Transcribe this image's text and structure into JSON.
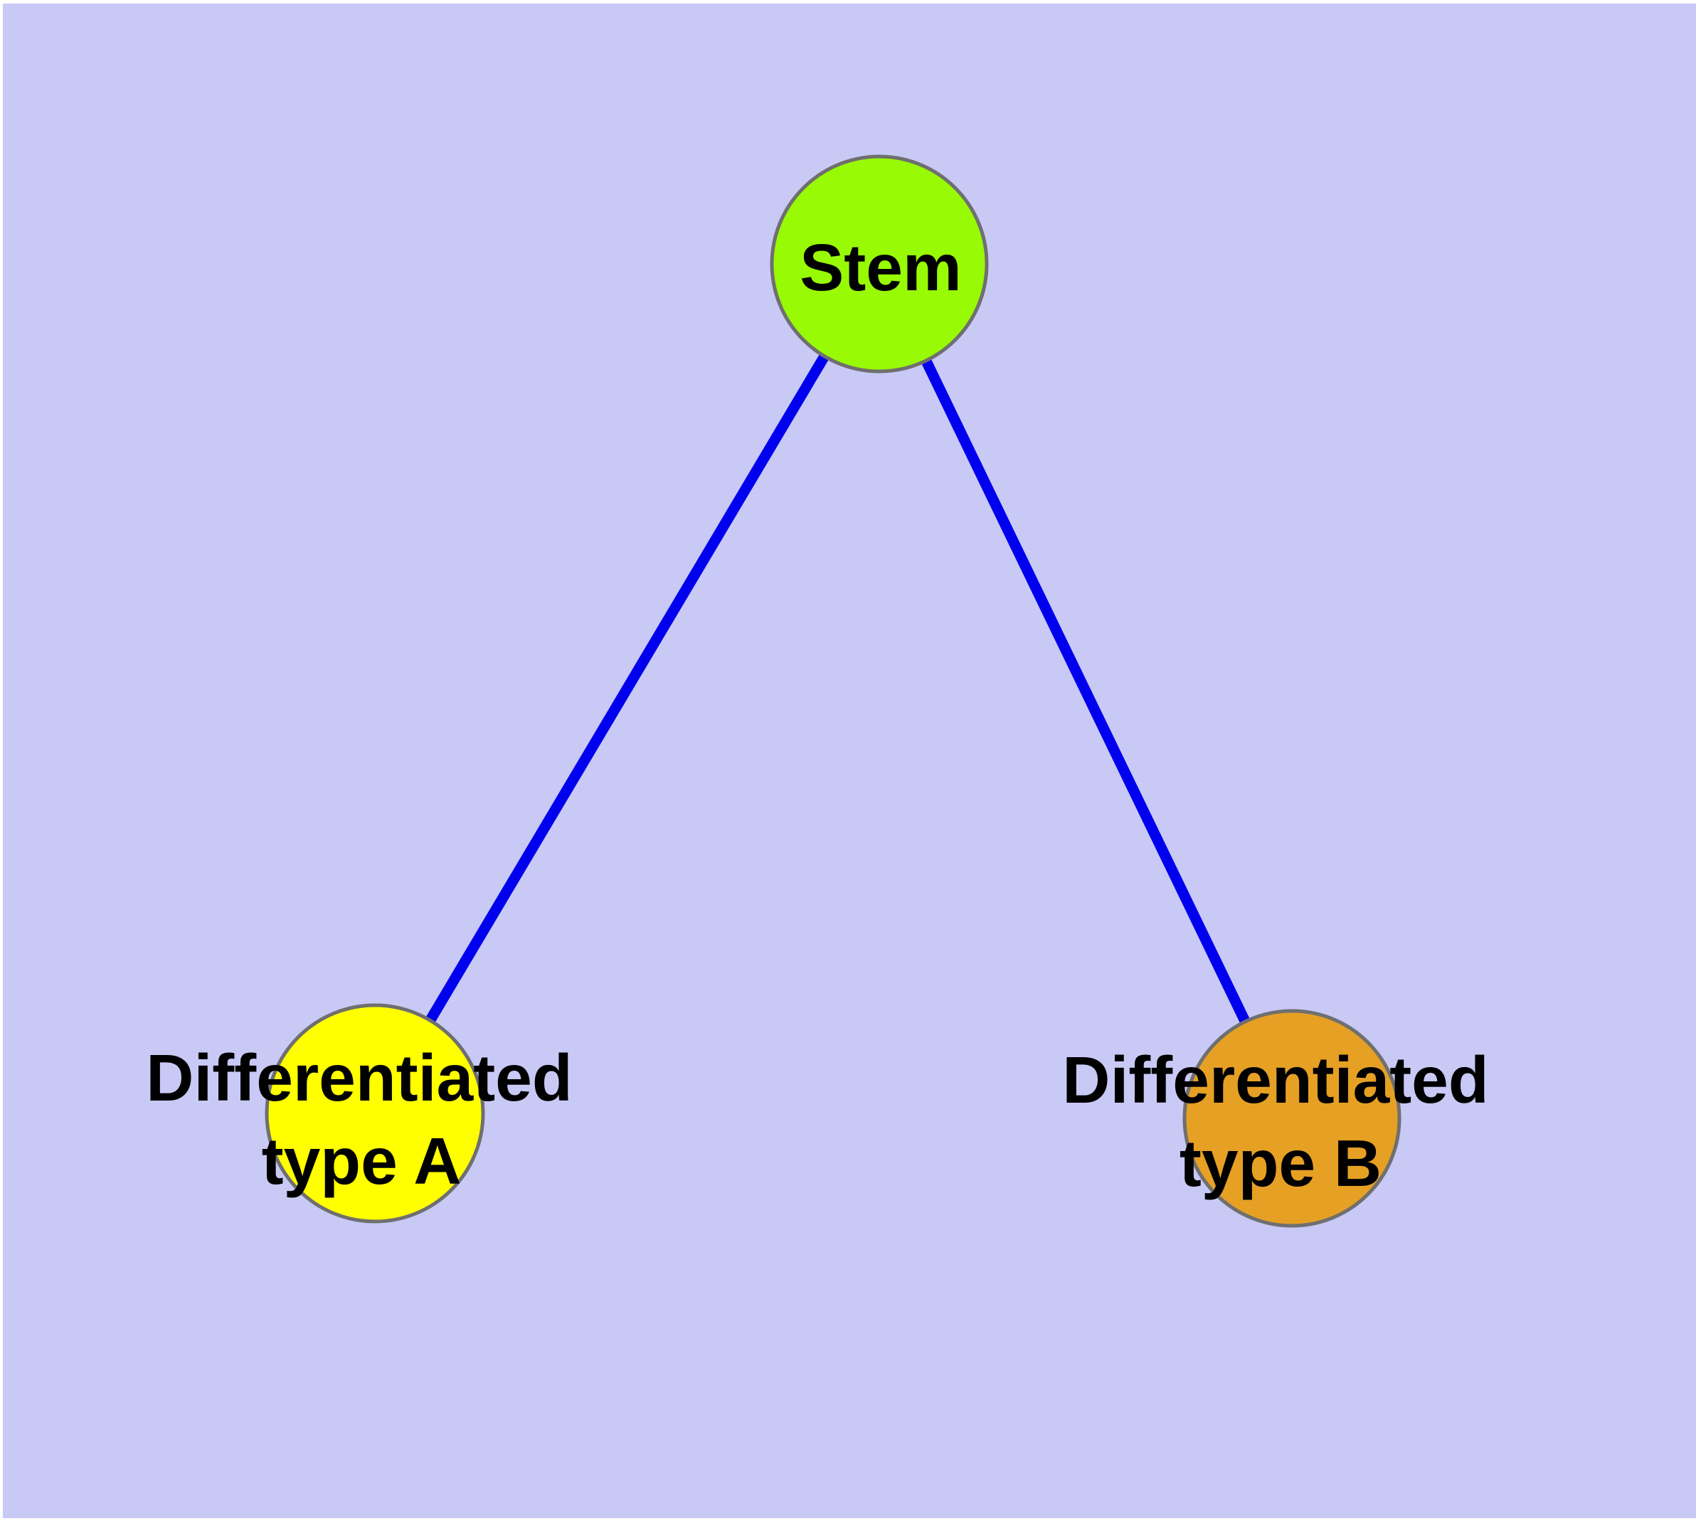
{
  "window": {
    "frame_color": "#ffffff"
  },
  "diagram": {
    "background_color": "#c9c9f6",
    "edge_color": "#0000ee",
    "node_border_color": "#6f6f6f",
    "label_color": "#000000",
    "nodes": {
      "stem": {
        "label": "Stem",
        "fill_color": "#98fa04"
      },
      "type_a": {
        "label_line1": "Differentiated",
        "label_line2": "type A",
        "fill_color": "#ffff00"
      },
      "type_b": {
        "label_line1": "Differentiated",
        "label_line2": "type B",
        "fill_color": "#e6a024"
      }
    },
    "edges": [
      {
        "from": "Stem",
        "to": "Differentiated type A"
      },
      {
        "from": "Stem",
        "to": "Differentiated type B"
      }
    ]
  }
}
